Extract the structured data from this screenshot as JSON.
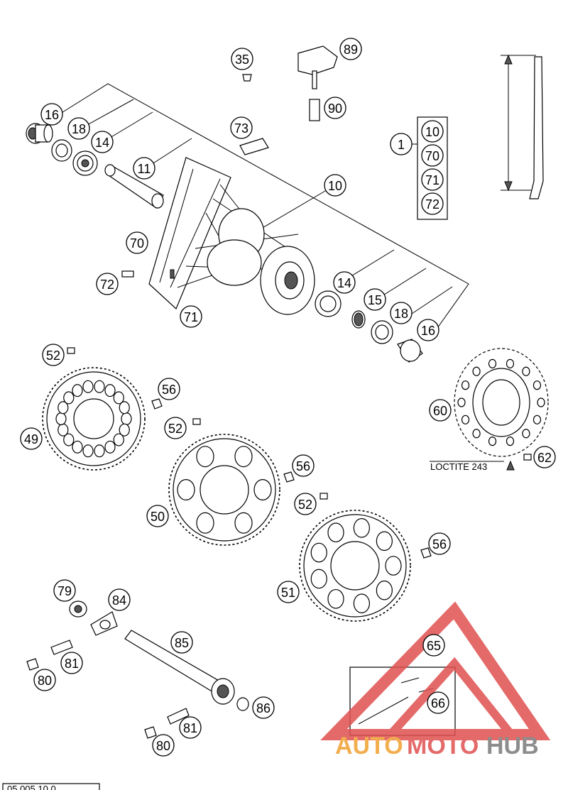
{
  "callouts": {
    "c16a": "16",
    "c18a": "18",
    "c14a": "14",
    "c11": "11",
    "c73": "73",
    "c35": "35",
    "c89": "89",
    "c90": "90",
    "c1": "1",
    "c10k": "10",
    "c70k": "70",
    "c71k": "71",
    "c72k": "72",
    "c10": "10",
    "c70": "70",
    "c72": "72",
    "c71": "71",
    "c14b": "14",
    "c15": "15",
    "c18b": "18",
    "c16b": "16",
    "c52a": "52",
    "c56a": "56",
    "c49": "49",
    "c52b": "52",
    "c60": "60",
    "c62": "62",
    "c56b": "56",
    "c50": "50",
    "c52c": "52",
    "c56c": "56",
    "c51": "51",
    "c79": "79",
    "c84": "84",
    "c85": "85",
    "c81a": "81",
    "c80a": "80",
    "c65": "65",
    "c66": "66",
    "c86": "86",
    "c81b": "81",
    "c80b": "80"
  },
  "loctite_label": "LOCTITE 243",
  "footer_code": "05.005.10.0",
  "watermark": {
    "word_a": "AUTO",
    "word_b": "MOTO",
    "word_c": "HUB",
    "color_red": "#e05050",
    "color_orange": "#f0a030",
    "color_gray": "#7a7a7a"
  },
  "icons": [
    "wheel-rim-icon",
    "hub-icon",
    "sprocket-icon",
    "brake-disc-icon",
    "axle-icon",
    "chain-icon",
    "spoke-icon"
  ]
}
